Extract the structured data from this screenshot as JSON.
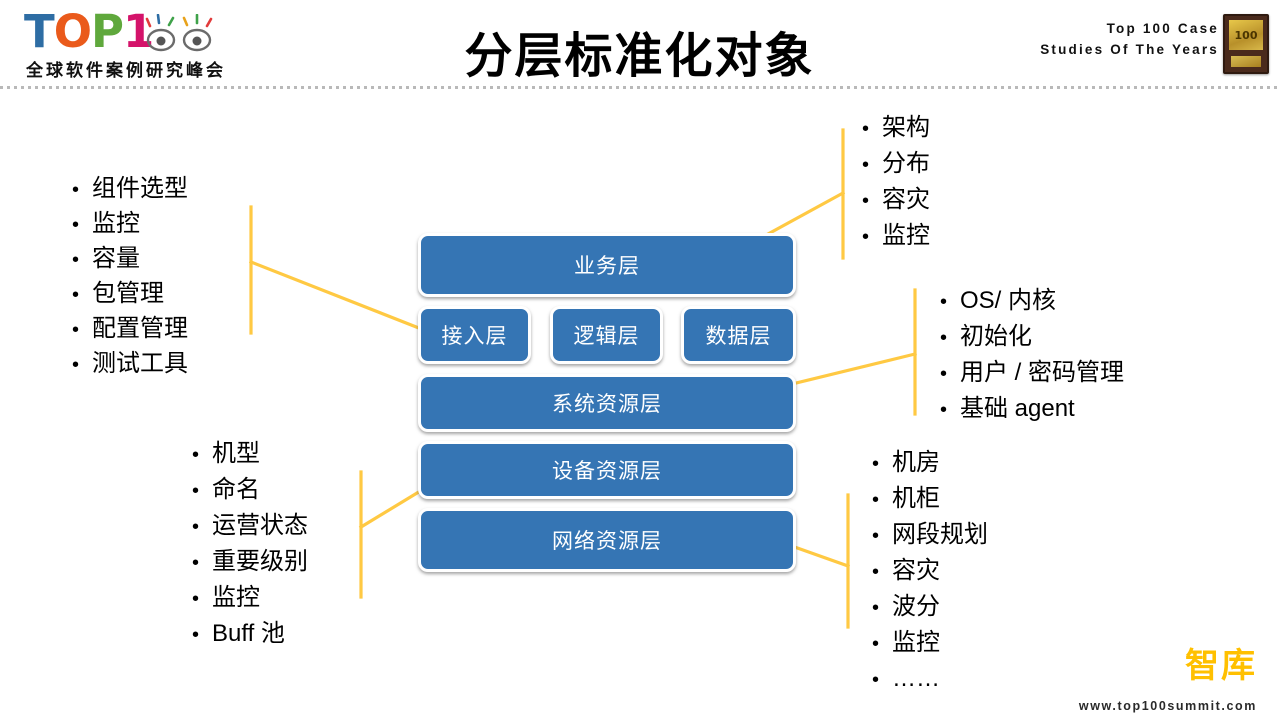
{
  "header": {
    "logo": {
      "word_t": "T",
      "word_o": "O",
      "word_p": "P",
      "word_1": "1",
      "subtitle": "全球软件案例研究峰会",
      "colors": {
        "t": "#2E6DA4",
        "o": "#EA5A1B",
        "p": "#5FA83C",
        "one": "#D4136A"
      }
    },
    "right_line1": "Top 100 Case",
    "right_line2": "Studies Of The Years",
    "badge_text": "100"
  },
  "title": "分层标准化对象",
  "diagram": {
    "accent_color": "#FFC943",
    "box_color": "#3575B4",
    "boxes": {
      "business": "业务层",
      "access": "接入层",
      "logic": "逻辑层",
      "data": "数据层",
      "system_resource": "系统资源层",
      "device_resource": "设备资源层",
      "network_resource": "网络资源层"
    }
  },
  "lists": {
    "top_left": {
      "bullet": "•",
      "items": [
        "组件选型",
        "监控",
        "容量",
        "包管理",
        "配置管理",
        "测试工具"
      ]
    },
    "top_right": {
      "bullet": "•",
      "items": [
        "架构",
        "分布",
        "容灾",
        "监控"
      ]
    },
    "mid_right": {
      "bullet": "•",
      "items": [
        "OS/ 内核",
        "初始化",
        "用户 / 密码管理",
        "基础 agent"
      ]
    },
    "bottom_left": {
      "bullet": "•",
      "items": [
        "机型",
        "命名",
        "运营状态",
        "重要级别",
        "监控",
        "Buff 池"
      ]
    },
    "bottom_right": {
      "bullet": "•",
      "items": [
        "机房",
        "机柜",
        "网段规划",
        "容灾",
        "波分",
        "监控",
        "……"
      ]
    }
  },
  "footer": {
    "brand": "智库",
    "url": "www.top100summit.com",
    "brand_color": "#FFC000"
  }
}
